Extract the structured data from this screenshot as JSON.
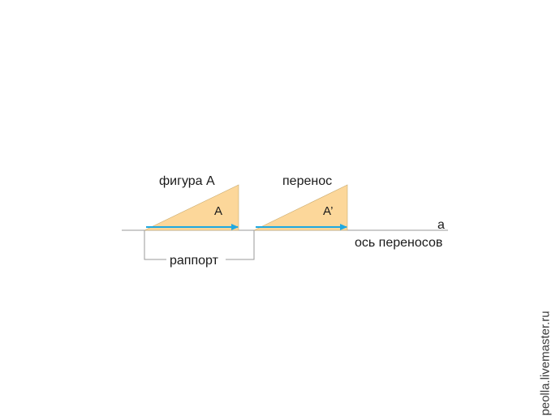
{
  "labels": {
    "figure_a": "фигура А",
    "transfer": "перенос",
    "tri_a": "А",
    "tri_a_prime": "А’",
    "axis_letter": "а",
    "axis_name": "ось переносов",
    "rapport": "раппорт"
  },
  "watermark": "peolla.livemaster.ru",
  "colors": {
    "triangle_fill": "#fcd79a",
    "triangle_stroke": "#b99a60",
    "arrow": "#1fa8e0",
    "axis_line": "#9a9a9a",
    "bracket_line": "#9a9a9a",
    "text": "#1a1a1a"
  }
}
